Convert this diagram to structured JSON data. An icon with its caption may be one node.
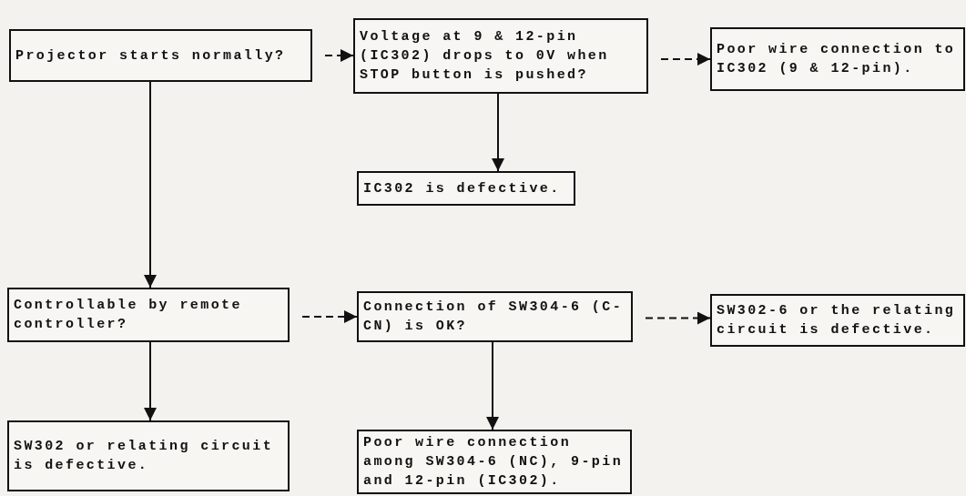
{
  "diagram": {
    "nodes": [
      {
        "text": [
          "Projector starts normally?"
        ]
      },
      {
        "text": [
          "Voltage at 9 & 12-pin (IC302) drops to 0V when STOP button is pushed?"
        ]
      },
      {
        "text": [
          "Poor wire connection to IC302 (9 & 12-pin)."
        ]
      },
      {
        "text": [
          "IC302 is defective."
        ]
      },
      {
        "text": [
          "Controllable by remote controller?"
        ]
      },
      {
        "text": [
          "Connection of SW304-6 (C-CN) is OK?"
        ]
      },
      {
        "text": [
          "SW302-6 or the relating circuit is defective."
        ]
      },
      {
        "text": [
          "SW302 or relating circuit is defective."
        ]
      },
      {
        "text": [
          "Poor wire connection among SW304-6 (NC), 9-pin and 12-pin (IC302)."
        ]
      }
    ],
    "edges": [
      {
        "from": 0,
        "to": 1,
        "arrow": "to",
        "style": "dashed"
      },
      {
        "from": 1,
        "to": 2,
        "arrow": "to",
        "style": "dashed"
      },
      {
        "from": 1,
        "to": 3,
        "arrow": "to"
      },
      {
        "from": 0,
        "to": 4,
        "arrow": "to"
      },
      {
        "from": 4,
        "to": 5,
        "arrow": "to",
        "style": "dashed"
      },
      {
        "from": 5,
        "to": 6,
        "arrow": "to",
        "style": "dashed"
      },
      {
        "from": 4,
        "to": 7,
        "arrow": "to"
      },
      {
        "from": 5,
        "to": 8,
        "arrow": "to"
      }
    ]
  }
}
